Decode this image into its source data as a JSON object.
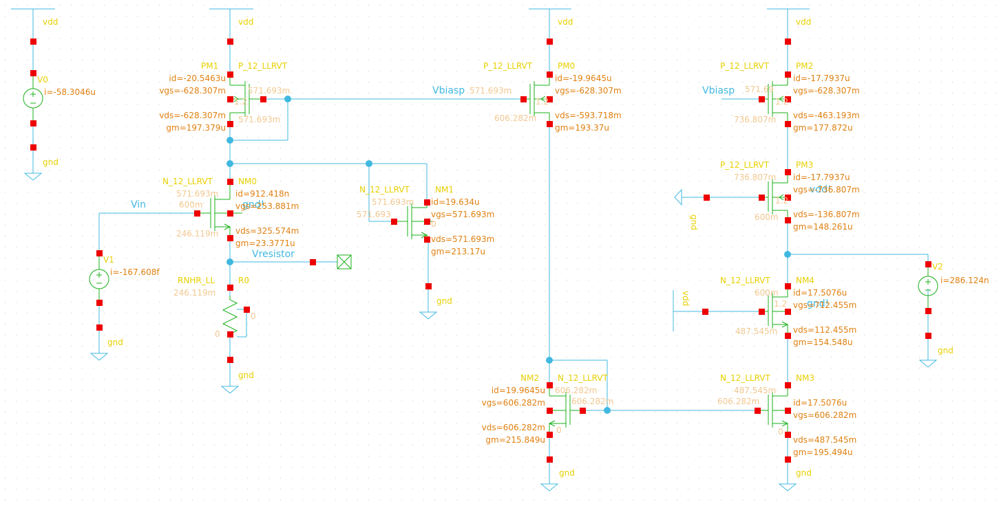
{
  "colors": {
    "background": "#ffffff",
    "wire": "#40b8e0",
    "device": "#18b018",
    "pin": "#ee0000",
    "cell": "#e8d000",
    "param": "#e08010",
    "ghost": "#f2c890",
    "net": "#40b8e0",
    "supply": "#e8d000"
  },
  "supplies": {
    "vdd": "vdd",
    "gnd": "gnd"
  },
  "net_labels": {
    "vin": "Vin",
    "vbiasp_1": "Vbiasp",
    "vbiasp_2": "Vbiasp",
    "vresistor": "Vresistor",
    "gndbody": "gnd!",
    "vddbody": "vdd!"
  },
  "sources": {
    "v0": {
      "name": "V0",
      "current": "i=-58.3046u"
    },
    "v1": {
      "name": "V1",
      "current": "i=-167.608f"
    },
    "v2": {
      "name": "V2",
      "current": "i=286.124n"
    }
  },
  "resistor": {
    "cell": "RNHR_LL",
    "name": "R0",
    "ghost1": "246.119m",
    "ghost2": "0",
    "ghost3": "0"
  },
  "devices": {
    "pm1": {
      "cell": "P_12_LLRVT",
      "name": "PM1",
      "id": "id=-20.5463u",
      "vgs": "vgs=-628.307m",
      "vds": "vds=-628.307m",
      "gm": "gm=197.379u",
      "ghost1": "571.693m",
      "ghost2": "571.693m",
      "ghost3": "1.2"
    },
    "pm0": {
      "cell": "P_12_LLRVT",
      "name": "PM0",
      "id": "id=-19.9645u",
      "vgs": "vgs=-628.307m",
      "vds": "vds=-593.718m",
      "gm": "gm=193.37u",
      "ghost1": "571.693m",
      "ghost2": "606.282m",
      "ghost3": "1.2"
    },
    "pm2": {
      "cell": "P_12_LLRVT",
      "name": "PM2",
      "id": "id=-17.7937u",
      "vgs": "vgs=-628.307m",
      "vds": "vds=-463.193m",
      "gm": "gm=177.872u",
      "ghost1": "571.69",
      "ghost2": "736.807m",
      "ghost3": "1.2"
    },
    "pm3": {
      "cell": "P_12_LLRVT",
      "name": "PM3",
      "id": "id=-17.7937u",
      "vgs": "vgs=-736.807m",
      "vds": "vds=-136.807m",
      "gm": "gm=148.261u",
      "ghost1": "736.807m",
      "ghost2": "600m",
      "ghost3": "1.2"
    },
    "nm0": {
      "cell": "N_12_LLRVT",
      "name": "NM0",
      "id": "id=912.418n",
      "vgs": "vgs=253.881m",
      "vds": "vds=325.574m",
      "gm": "gm=23.3771u",
      "ghost1": "571.693m",
      "ghost2": "600m",
      "ghost3": "246.119m"
    },
    "nm1": {
      "cell": "N_12_LLRVT",
      "name": "NM1",
      "id": "id=19.634u",
      "vgs": "vgs=571.693m",
      "vds": "vds=571.693m",
      "gm": "gm=213.17u",
      "ghost1": "571.693m",
      "ghost2": "571.693",
      "ghost3": "0"
    },
    "nm2": {
      "cell": "N_12_LLRVT",
      "name": "NM2",
      "id": "id=19.9645u",
      "vgs": "vgs=606.282m",
      "vds": "vds=606.282m",
      "gm": "gm=215.849u",
      "ghost1": "606.282m",
      "ghost2": "606.282m",
      "ghost3": "0"
    },
    "nm3": {
      "cell": "N_12_LLRVT",
      "name": "NM3",
      "id": "id=17.5076u",
      "vgs": "vgs=606.282m",
      "vds": "vds=487.545m",
      "gm": "gm=195.494u",
      "ghost1": "487.545m",
      "ghost2": "606.282m",
      "ghost3": "0"
    },
    "nm4": {
      "cell": "N_12_LLRVT",
      "name": "NM4",
      "id": "id=17.5076u",
      "vgs": "vgs=712.455m",
      "vds": "vds=112.455m",
      "gm": "gm=154.548u",
      "ghost1": "600m",
      "ghost2": "487.545m",
      "ghost3": "1.2"
    }
  }
}
